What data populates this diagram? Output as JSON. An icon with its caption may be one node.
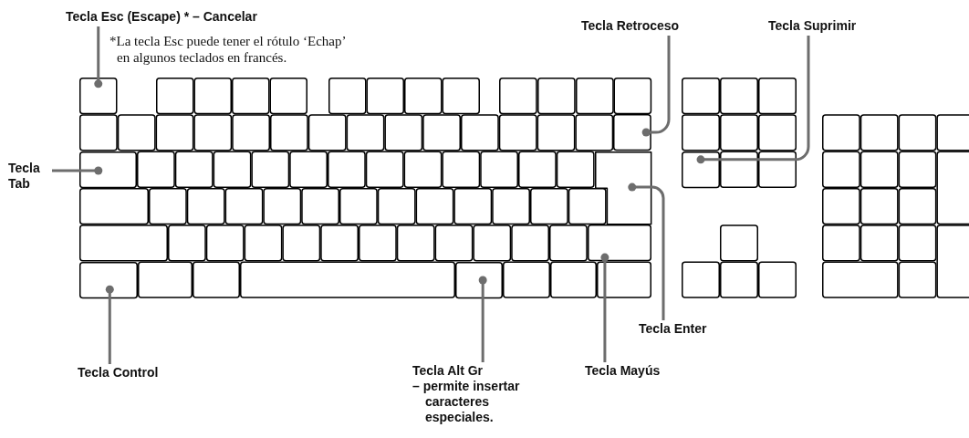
{
  "diagram": {
    "nodes": [
      {
        "text": [
          "Tecla Esc (Escape) * – Cancelar"
        ]
      },
      {
        "text": [
          "Tecla Retroceso"
        ]
      },
      {
        "text": [
          "Tecla Suprimir"
        ]
      },
      {
        "text": [
          "Tecla Tab"
        ]
      },
      {
        "text": [
          "Tecla Enter"
        ]
      },
      {
        "text": [
          "Tecla Control"
        ]
      },
      {
        "text": [
          "Tecla Alt Gr",
          "– permite insertar caracteres especiales."
        ]
      },
      {
        "text": [
          "Tecla Mayús"
        ]
      },
      {
        "text": [],
        "shape": "box"
      },
      {
        "text": [],
        "shape": "box"
      },
      {
        "text": [],
        "shape": "box"
      },
      {
        "text": [],
        "shape": "box"
      },
      {
        "text": [],
        "shape": "box"
      },
      {
        "text": [],
        "shape": "box"
      },
      {
        "text": [],
        "shape": "box"
      },
      {
        "text": [],
        "shape": "box"
      }
    ],
    "edges": [
      {
        "from": 0,
        "to": 8,
        "arrow": "other"
      },
      {
        "from": 1,
        "to": 9,
        "arrow": "other"
      },
      {
        "from": 2,
        "to": 10,
        "arrow": "other"
      },
      {
        "from": 3,
        "to": 11,
        "arrow": "other"
      },
      {
        "from": 4,
        "to": 12,
        "arrow": "other"
      },
      {
        "from": 5,
        "to": 13,
        "arrow": "other"
      },
      {
        "from": 6,
        "to": 14,
        "arrow": "other"
      },
      {
        "from": 7,
        "to": 15,
        "arrow": "other"
      }
    ],
    "labels": [
      "*La tecla Esc puede tener el rótulo ‘Echap’ en algunos teclados en francés."
    ]
  }
}
